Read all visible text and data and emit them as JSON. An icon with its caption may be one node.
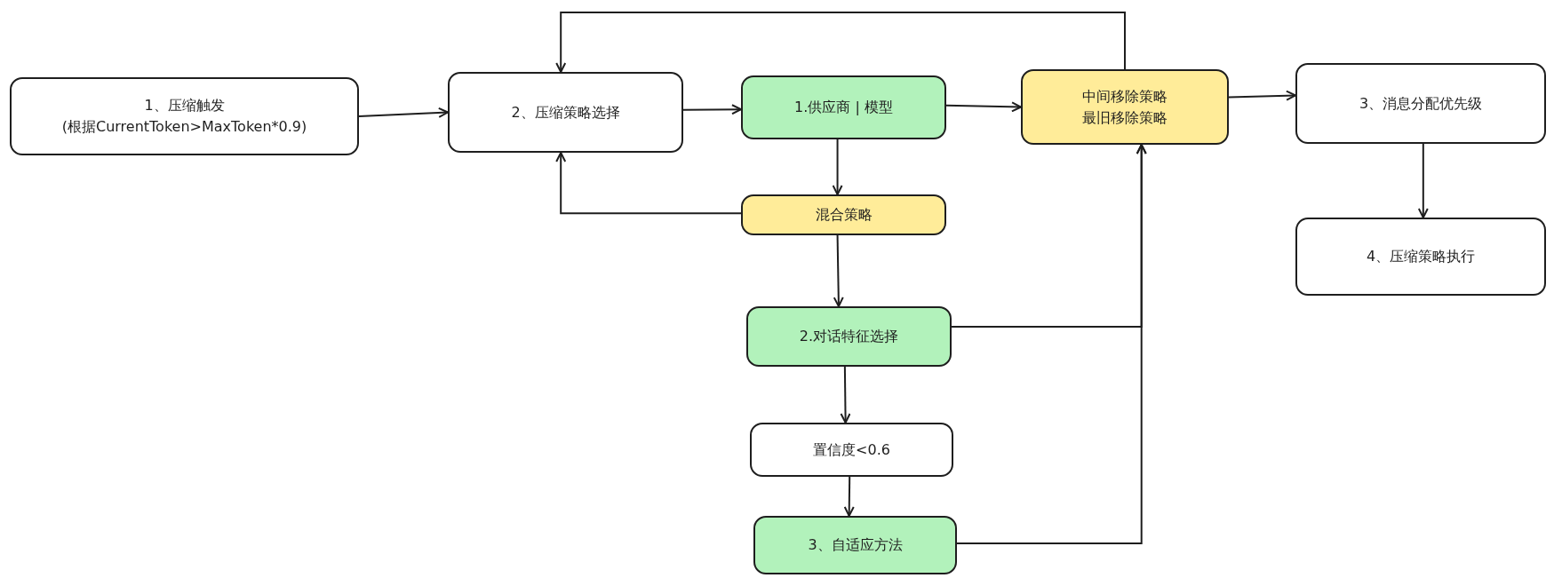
{
  "diagram": {
    "nodes": [
      {
        "text": [
          "1、压缩触发",
          "(根据CurrentToken>MaxToken*0.9)"
        ]
      },
      {
        "text": [
          "2、压缩策略选择"
        ]
      },
      {
        "text": [
          "1.供应商 | 模型"
        ]
      },
      {
        "text": [
          "中间移除策略",
          "最旧移除策略"
        ]
      },
      {
        "text": [
          "3、消息分配优先级"
        ]
      },
      {
        "text": [
          "混合策略"
        ]
      },
      {
        "text": [
          "2.对话特征选择"
        ]
      },
      {
        "text": [
          "置信度<0.6"
        ]
      },
      {
        "text": [
          "3、自适应方法"
        ]
      },
      {
        "text": [
          "4、压缩策略执行"
        ]
      }
    ],
    "edges": [
      {
        "from": 0,
        "to": 1,
        "arrow": "to"
      },
      {
        "from": 1,
        "to": 2,
        "arrow": "to"
      },
      {
        "from": 2,
        "to": 3,
        "arrow": "to"
      },
      {
        "from": 3,
        "to": 4,
        "arrow": "to"
      },
      {
        "from": 3,
        "to": 1,
        "arrow": "to"
      },
      {
        "from": 2,
        "to": 5,
        "arrow": "to"
      },
      {
        "from": 5,
        "to": 1,
        "arrow": "to"
      },
      {
        "from": 5,
        "to": 6,
        "arrow": "to"
      },
      {
        "from": 6,
        "to": 3,
        "arrow": "to"
      },
      {
        "from": 8,
        "to": 3,
        "arrow": "to"
      },
      {
        "from": 6,
        "to": 7,
        "arrow": "to"
      },
      {
        "from": 7,
        "to": 8,
        "arrow": "to"
      },
      {
        "from": 4,
        "to": 9,
        "arrow": "to"
      }
    ]
  }
}
